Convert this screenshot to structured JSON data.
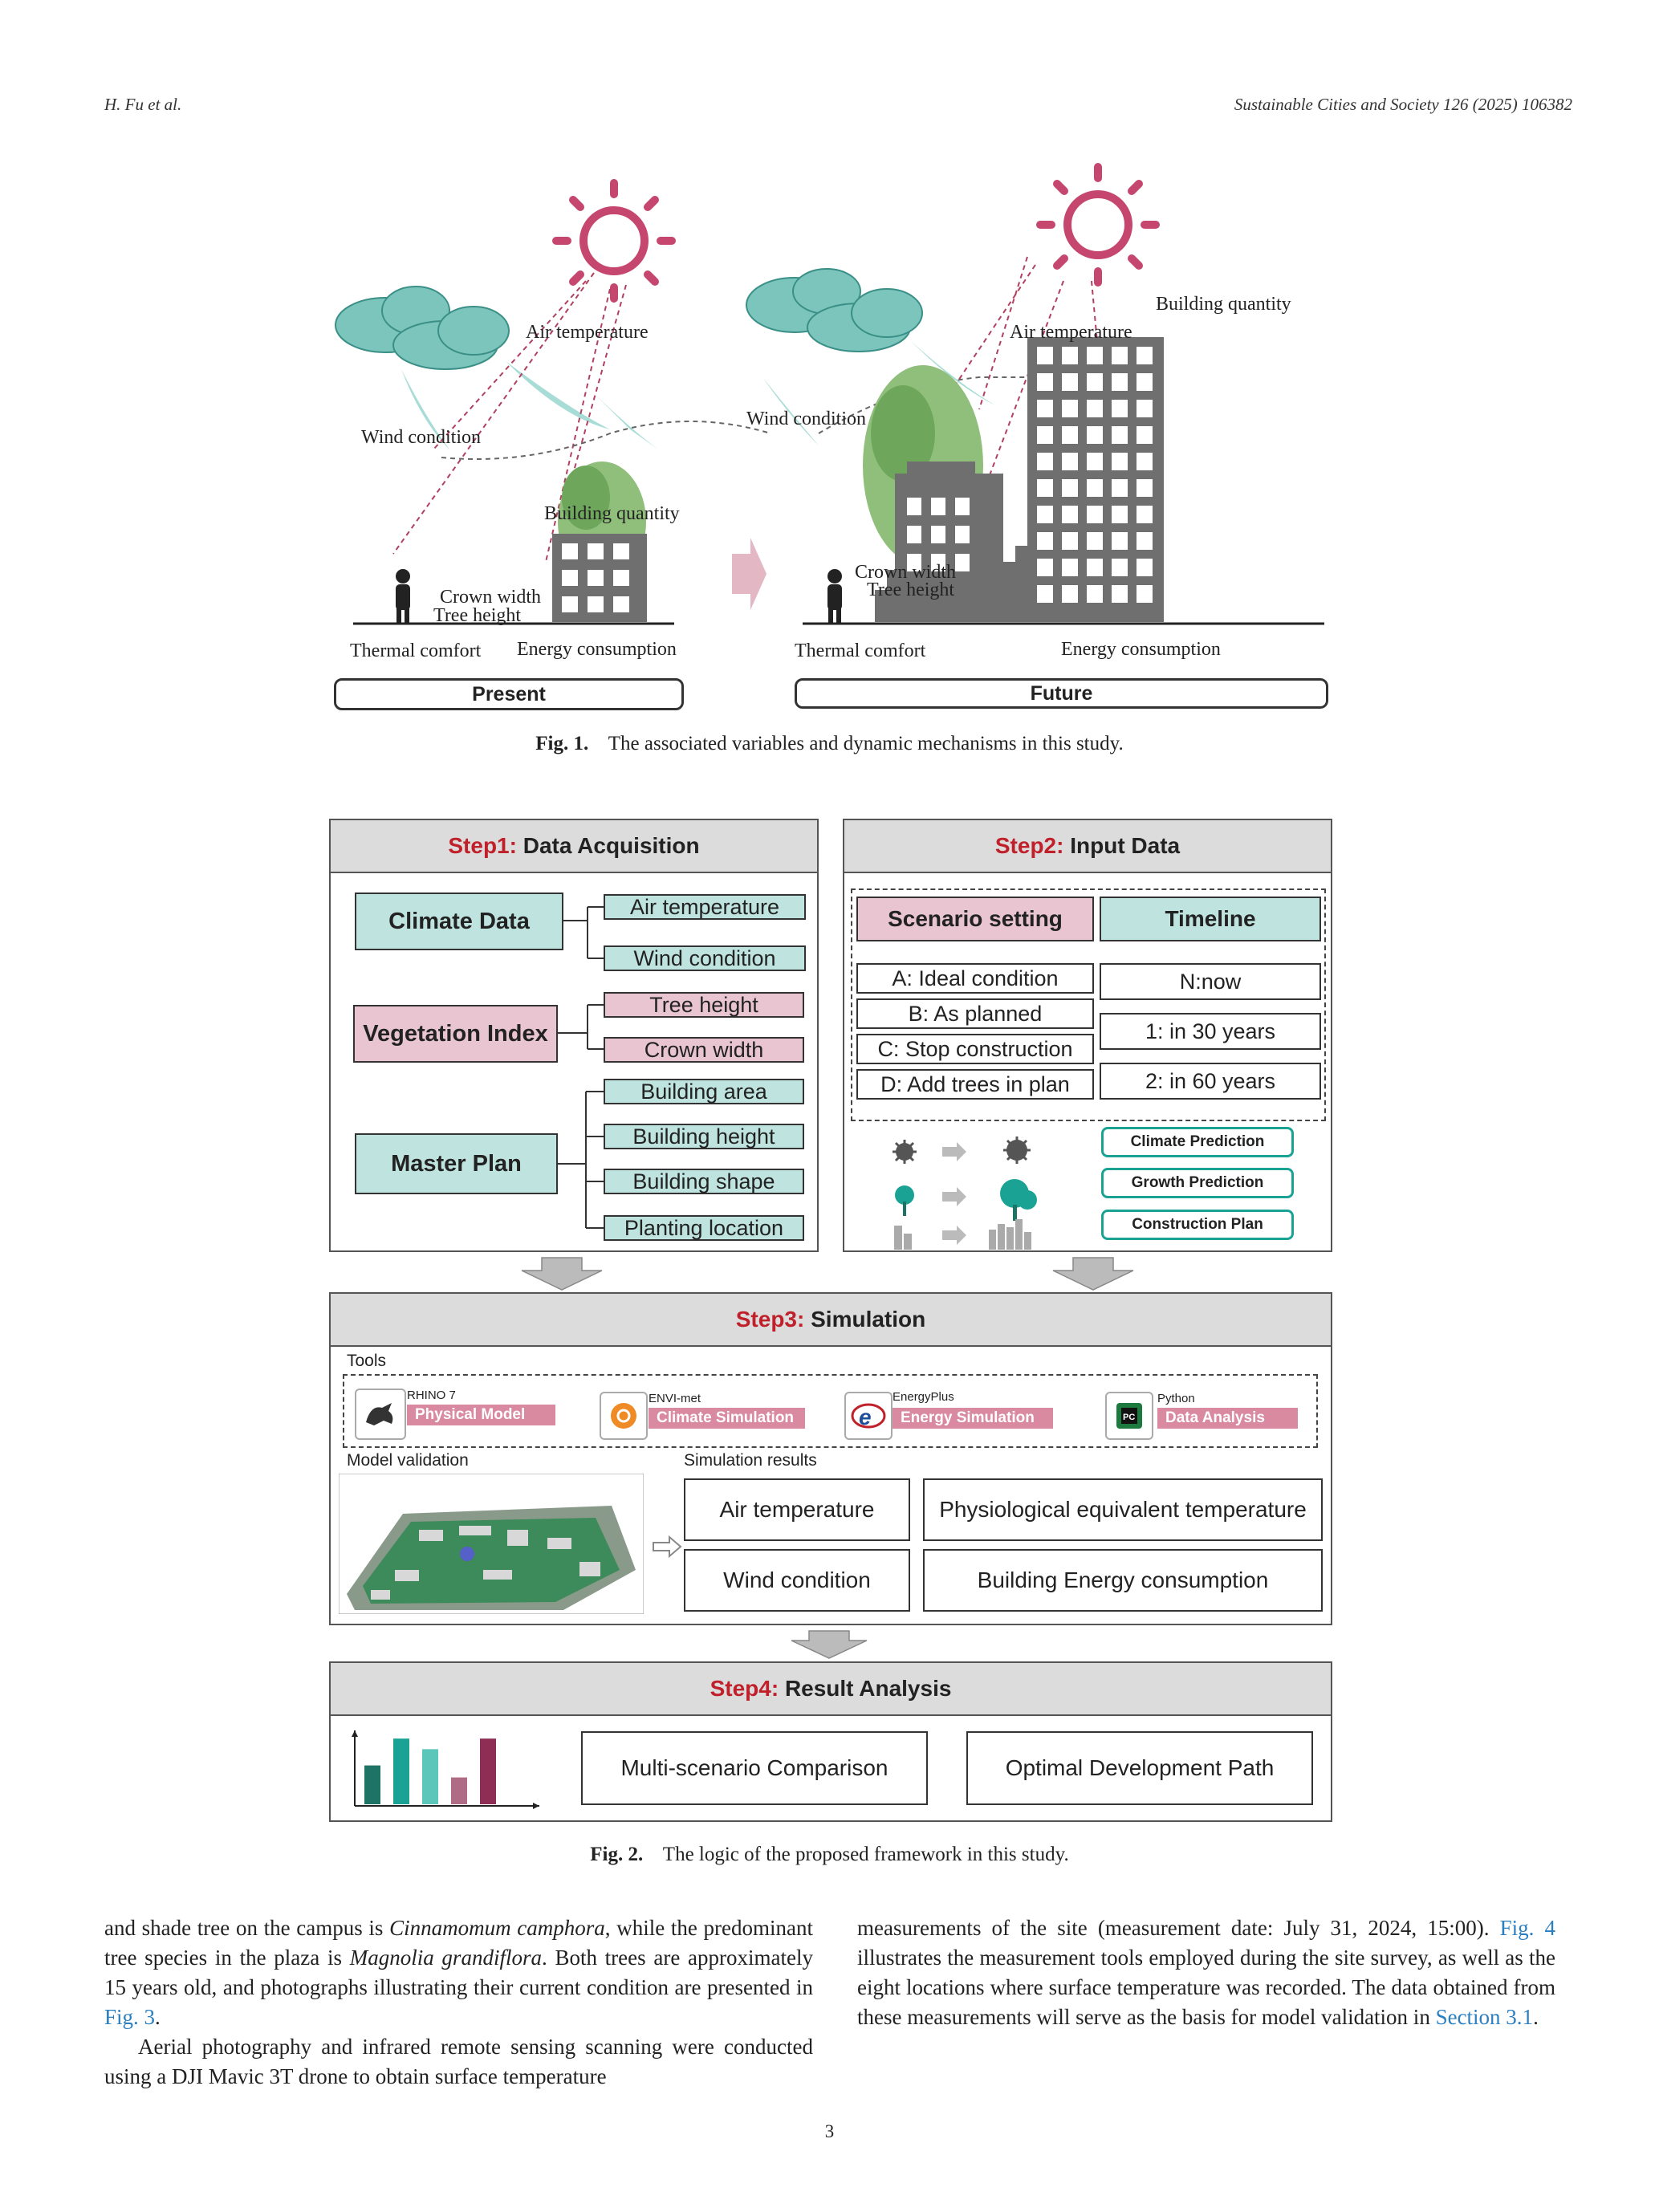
{
  "header": {
    "left": "H. Fu et al.",
    "right": "Sustainable Cities and Society 126 (2025) 106382"
  },
  "fig1": {
    "present": {
      "air_temperature": "Air temperature",
      "wind_condition": "Wind condition",
      "building_quantity": "Building quantity",
      "crown_width": "Crown width",
      "tree_height": "Tree height",
      "thermal_comfort": "Thermal comfort",
      "energy_consumption": "Energy consumption",
      "label": "Present"
    },
    "future": {
      "air_temperature": "Air temperature",
      "wind_condition": "Wind condition",
      "building_quantity": "Building quantity",
      "crown_width": "Crown width",
      "tree_height": "Tree height",
      "thermal_comfort": "Thermal comfort",
      "energy_consumption": "Energy consumption",
      "label": "Future"
    },
    "caption_num": "Fig. 1.",
    "caption_text": "The associated variables and dynamic mechanisms in this study."
  },
  "fig2": {
    "step1": {
      "step": "Step1:",
      "title": "Data Acquisition",
      "climate_data": "Climate Data",
      "air_temperature": "Air temperature",
      "wind_condition": "Wind condition",
      "vegetation_index": "Vegetation Index",
      "tree_height": "Tree height",
      "crown_width": "Crown width",
      "master_plan": "Master Plan",
      "building_area": "Building area",
      "building_height": "Building height",
      "building_shape": "Building shape",
      "planting_location": "Planting location"
    },
    "step2": {
      "step": "Step2:",
      "title": "Input Data",
      "scenario_setting": "Scenario setting",
      "timeline": "Timeline",
      "scenarios": [
        "A: Ideal condition",
        "B: As planned",
        "C: Stop construction",
        "D: Add trees in plan"
      ],
      "timelines": [
        "N:now",
        "1: in 30 years",
        "2: in 60 years"
      ],
      "predictions": [
        "Climate Prediction",
        "Growth Prediction",
        "Construction Plan"
      ]
    },
    "step3": {
      "step": "Step3:",
      "title": "Simulation",
      "tools_label": "Tools",
      "tools": [
        {
          "name": "RHINO 7",
          "role": "Physical Model",
          "icon": "rhino-icon"
        },
        {
          "name": "ENVI-met",
          "role": "Climate Simulation",
          "icon": "envimet-icon"
        },
        {
          "name": "EnergyPlus",
          "role": "Energy Simulation",
          "icon": "energyplus-icon"
        },
        {
          "name": "Python",
          "role": "Data Analysis",
          "icon": "python-icon"
        }
      ],
      "model_validation": "Model validation",
      "simulation_results": "Simulation  results",
      "results": [
        "Air temperature",
        "Physiological equivalent temperature",
        "Wind condition",
        "Building Energy consumption"
      ]
    },
    "step4": {
      "step": "Step4:",
      "title": "Result Analysis",
      "outputs": [
        "Multi-scenario Comparison",
        "Optimal Development Path"
      ],
      "bar_colors": [
        "#1d7466",
        "#1aa394",
        "#5cc6ba",
        "#b06b85",
        "#8e2e55"
      ],
      "bar_levels": [
        0.55,
        0.93,
        0.78,
        0.38,
        0.93
      ]
    },
    "caption_num": "Fig. 2.",
    "caption_text": "The logic of the proposed framework in this study."
  },
  "body": {
    "left_p1_a": "and shade tree on the campus is ",
    "left_p1_em1": "Cinnamomum camphora",
    "left_p1_b": ", while the predominant tree species in the plaza is ",
    "left_p1_em2": "Magnolia grandiflora",
    "left_p1_c": ". Both trees are approximately 15 years old, and photographs illustrating their current condition are presented in ",
    "left_p1_link": "Fig. 3",
    "left_p1_d": ".",
    "left_p2": "Aerial photography and infrared remote sensing scanning were conducted using a DJI Mavic 3T drone to obtain surface temperature",
    "right_a": "measurements of the site (measurement date: July 31, 2024, 15:00). ",
    "right_link1": "Fig. 4",
    "right_b": " illustrates the measurement tools employed during the site survey, as well as the eight locations where surface temperature was recorded. The data obtained from these measurements will serve as the basis for model validation in ",
    "right_link2": "Section 3.1",
    "right_c": "."
  },
  "page_number": "3"
}
